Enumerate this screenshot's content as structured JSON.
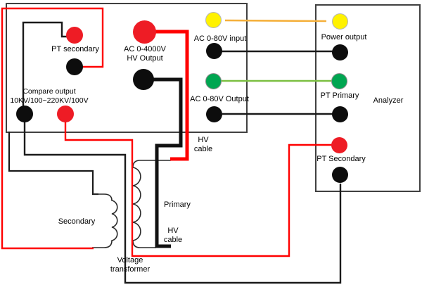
{
  "diagram": {
    "left_box": {
      "pt_secondary_label": "PT secondary",
      "compare_output_line1": "Compare output",
      "compare_output_line2": "10KV/100~220KV/100V",
      "hv_output_line1": "AC 0-4000V",
      "hv_output_line2": "HV Output",
      "ac_80v_input_label": "AC 0-80V input",
      "ac_80v_output_label": "AC 0-80V Output"
    },
    "analyzer_box": {
      "title": "Analyzer",
      "power_output_label": "Power output",
      "pt_primary_label": "PT Primary",
      "pt_secondary_label": "PT Secondary"
    },
    "transformer": {
      "name_line1": "Voltage",
      "name_line2": "transformer",
      "primary_label": "Primary",
      "secondary_label": "Secondary",
      "hv_cable_top_line1": "HV",
      "hv_cable_top_line2": "cable",
      "hv_cable_bottom_line1": "HV",
      "hv_cable_bottom_line2": "cable"
    },
    "colors": {
      "red_terminal": "#ee1c25",
      "black_terminal": "#0d0d0d",
      "yellow_terminal": "#fff200",
      "green_terminal": "#00a651",
      "red_wire": "#ff0000",
      "black_wire": "#1a1a1a",
      "yellow_wire": "#f5b03c",
      "green_wire": "#7cbf42",
      "box_border": "#404040"
    }
  }
}
